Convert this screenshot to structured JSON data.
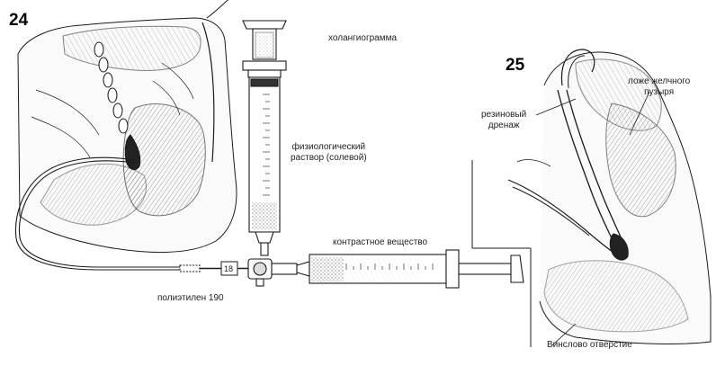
{
  "figures": {
    "fig24_number": "24",
    "fig25_number": "25"
  },
  "labels": {
    "cholangiogram": "холангиограмма",
    "saline_line1": "физиологический",
    "saline_line2": "раствор (солевой)",
    "contrast": "контрастное вещество",
    "polyethylene": "полиэтилен 190",
    "rubber_line1": "резиновый",
    "rubber_line2": "дренаж",
    "gallbladder_bed_line1": "ложе желчного",
    "gallbladder_bed_line2": "пузыря",
    "winslow": "Винслово отверстие",
    "needle_mark": "18"
  },
  "colors": {
    "ink": "#1a1a1a",
    "paper": "#ffffff",
    "shade": "#555555"
  }
}
